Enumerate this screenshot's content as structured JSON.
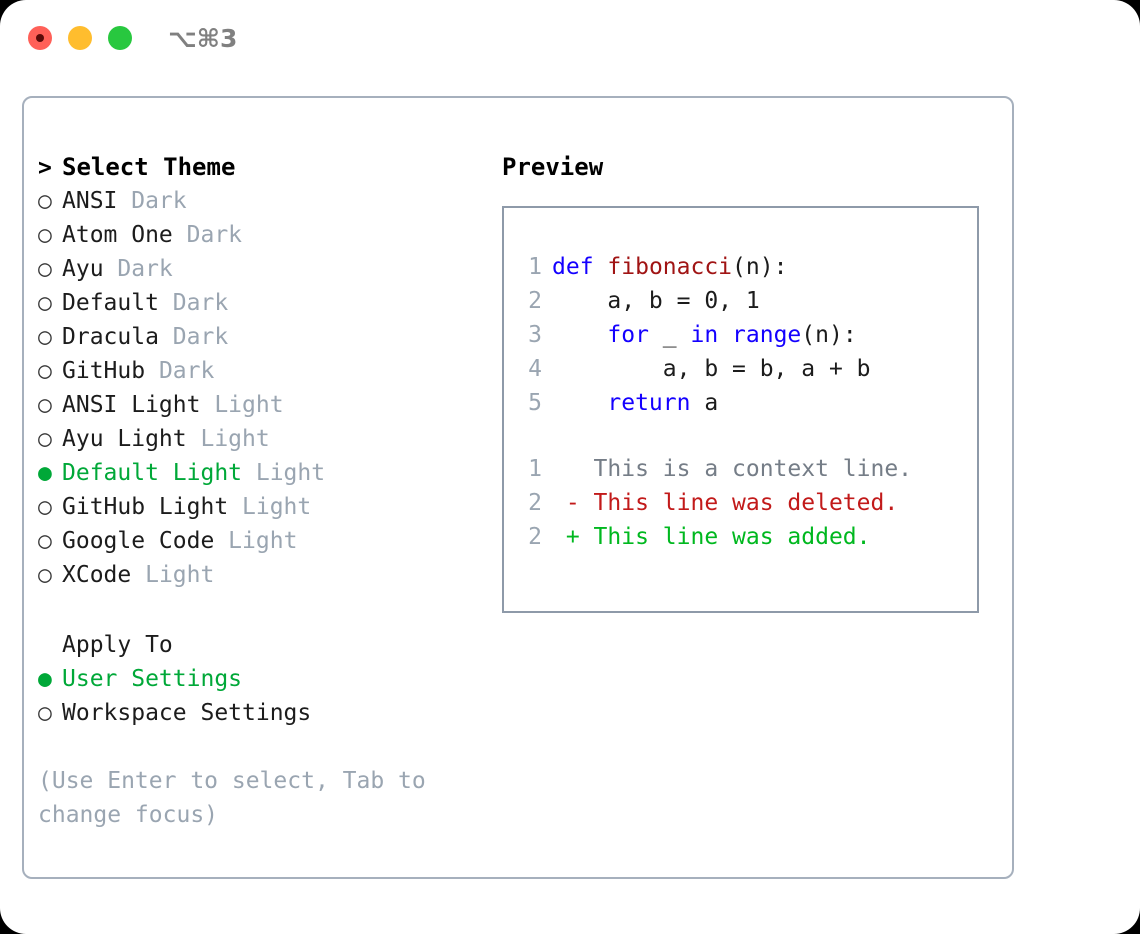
{
  "titlebar": {
    "shortcut": "⌥⌘3",
    "buttons": {
      "close": "close-button",
      "minimize": "minimize-button",
      "maximize": "maximize-button"
    }
  },
  "theme_picker": {
    "header": "Select Theme",
    "header_prefix": ">",
    "bullet_selected": "●",
    "bullet_unselected": "○",
    "items": [
      {
        "name": "ANSI",
        "variant": "Dark",
        "selected": false
      },
      {
        "name": "Atom One",
        "variant": "Dark",
        "selected": false
      },
      {
        "name": "Ayu",
        "variant": "Dark",
        "selected": false
      },
      {
        "name": "Default",
        "variant": "Dark",
        "selected": false
      },
      {
        "name": "Dracula",
        "variant": "Dark",
        "selected": false
      },
      {
        "name": "GitHub",
        "variant": "Dark",
        "selected": false
      },
      {
        "name": "ANSI Light",
        "variant": "Light",
        "selected": false
      },
      {
        "name": "Ayu Light",
        "variant": "Light",
        "selected": false
      },
      {
        "name": "Default Light",
        "variant": "Light",
        "selected": true
      },
      {
        "name": "GitHub Light",
        "variant": "Light",
        "selected": false
      },
      {
        "name": "Google Code",
        "variant": "Light",
        "selected": false
      },
      {
        "name": "XCode",
        "variant": "Light",
        "selected": false
      }
    ]
  },
  "apply_to": {
    "label": "Apply To",
    "options": [
      {
        "name": "User Settings",
        "selected": true
      },
      {
        "name": "Workspace Settings",
        "selected": false
      }
    ]
  },
  "hint": "(Use Enter to select, Tab to change focus)",
  "preview": {
    "title": "Preview",
    "code_lines": [
      {
        "num": "1",
        "tokens": [
          {
            "t": "def",
            "c": "kw"
          },
          {
            "t": " ",
            "c": "pl"
          },
          {
            "t": "fibonacci",
            "c": "fn"
          },
          {
            "t": "(n):",
            "c": "pl"
          }
        ]
      },
      {
        "num": "2",
        "tokens": [
          {
            "t": "    a, b = 0, 1",
            "c": "pl"
          }
        ]
      },
      {
        "num": "3",
        "tokens": [
          {
            "t": "    ",
            "c": "pl"
          },
          {
            "t": "for",
            "c": "kw"
          },
          {
            "t": " _ ",
            "c": "pl"
          },
          {
            "t": "in",
            "c": "kw"
          },
          {
            "t": " ",
            "c": "pl"
          },
          {
            "t": "range",
            "c": "kw"
          },
          {
            "t": "(n):",
            "c": "pl"
          }
        ]
      },
      {
        "num": "4",
        "tokens": [
          {
            "t": "        a, b = b, a + b",
            "c": "pl"
          }
        ]
      },
      {
        "num": "5",
        "tokens": [
          {
            "t": "    ",
            "c": "pl"
          },
          {
            "t": "return",
            "c": "kw"
          },
          {
            "t": " a",
            "c": "pl"
          }
        ]
      }
    ],
    "diff_lines": [
      {
        "num": "1",
        "marker": " ",
        "text": " This is a context line.",
        "kind": "ctx"
      },
      {
        "num": "2",
        "marker": "-",
        "text": " This line was deleted.",
        "kind": "del"
      },
      {
        "num": "2",
        "marker": "+",
        "text": " This line was added.",
        "kind": "add"
      }
    ]
  },
  "colors": {
    "accent_green": "#00a838",
    "muted": "#9aa5b1",
    "keyword_blue": "#1400ff",
    "function_red": "#a01414",
    "diff_add": "#00b81f",
    "diff_del": "#c21a1a",
    "border": "#a6b0bd"
  }
}
